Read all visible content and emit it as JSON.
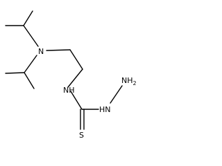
{
  "molecule": {
    "atoms": {
      "amine_n": "N",
      "thioamide_nh": "NH",
      "hydrazine_nh": "HN",
      "hydrazine_nh2": "NH",
      "hydrazine_nh2_sub": "2",
      "thione_s": "S"
    }
  }
}
